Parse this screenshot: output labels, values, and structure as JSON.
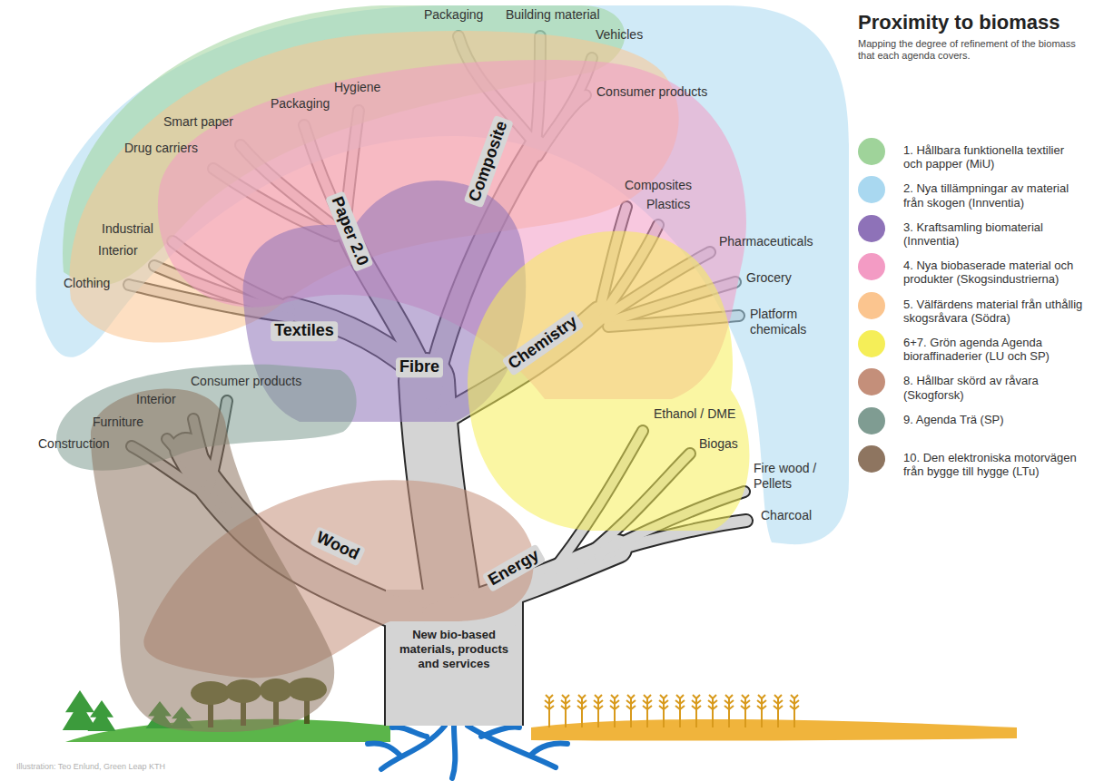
{
  "diagram": {
    "title": "Proximity to biomass",
    "caption": "Mapping the degree of refinement of the biomass that each agenda covers.",
    "nodes": [
      {
        "text": [
          "New bio-based materials, products and services"
        ]
      }
    ],
    "labels": [
      "Packaging",
      "Building material",
      "Vehicles",
      "Consumer products",
      "Hygiene",
      "Packaging",
      "Smart paper",
      "Drug carriers",
      "Composites",
      "Plastics",
      "Pharmaceuticals",
      "Industrial",
      "Interior",
      "Paper 2.0",
      "Composite",
      "Grocery",
      "Clothing",
      "Platform chemicals",
      "Textiles",
      "Fibre",
      "Chemistry",
      "Consumer products",
      "Interior",
      "Furniture",
      "Ethanol / DME",
      "Construction",
      "Biogas",
      "Fire wood / Pellets",
      "Charcoal",
      "Wood",
      "Energy",
      "Illustration: Teo Enlund, Green Leap KTH"
    ],
    "legend": [
      {
        "text": "1. Hållbara funktionella textilier och papper (MiU)",
        "color": "#9fd39a"
      },
      {
        "text": "2. Nya tillämpningar av material från skogen (Innventia)",
        "color": "#a9d8f0"
      },
      {
        "text": "3. Kraftsamling biomaterial (Innventia)",
        "color": "#8e72b8"
      },
      {
        "text": "4. Nya biobaserade material och produkter (Skogsindustrierna)",
        "color": "#f39bc4"
      },
      {
        "text": "5. Välfärdens material från uthållig skogsråvara (Södra)",
        "color": "#fbc58f"
      },
      {
        "text": "6+7. Grön agenda Agenda bioraffinaderier (LU och SP)",
        "color": "#f5ee58"
      },
      {
        "text": "8. Hållbar skörd av råvara (Skogforsk)",
        "color": "#c48f7a"
      },
      {
        "text": "9. Agenda Trä (SP)",
        "color": "#7f9c92"
      },
      {
        "text": "10. Den elektroniska motorvägen från bygge till hygge (LTu)",
        "color": "#8e7560"
      }
    ]
  }
}
